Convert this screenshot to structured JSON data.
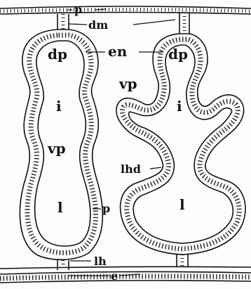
{
  "figure": {
    "labels": {
      "p_top": "p",
      "dm": "dm",
      "en": "en",
      "dp_left": "dp",
      "dp_right": "dp",
      "vp_left": "vp",
      "vp_right": "vp",
      "i_left": "i",
      "i_right": "i",
      "lhd": "lhd",
      "l_left": "l",
      "l_right": "l",
      "p_mid": "p",
      "lh": "lh",
      "e": "e"
    }
  }
}
